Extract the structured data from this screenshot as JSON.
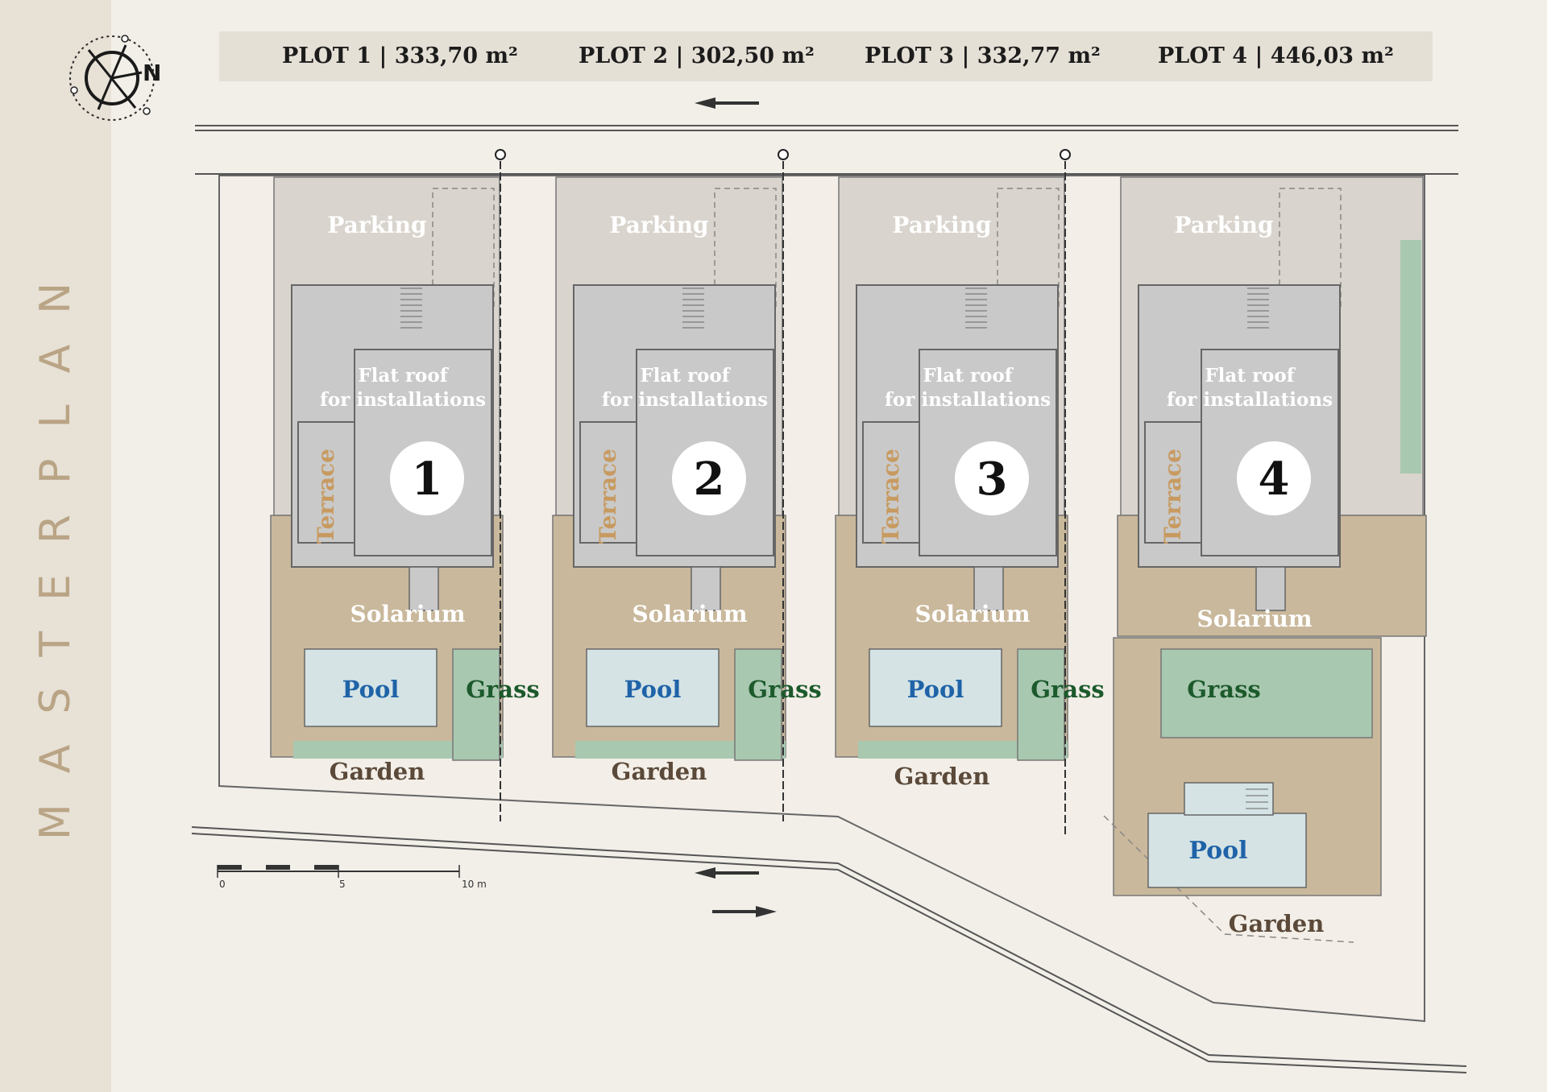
{
  "side_title": "MASTERPLAN",
  "compass_label": "N",
  "plots": [
    {
      "title": "PLOT 1 | 333,70 m²",
      "number": "1",
      "parking": "Parking",
      "roof_line1": "Flat roof",
      "roof_line2": "for installations",
      "terrace": "Terrace",
      "solarium": "Solarium",
      "pool": "Pool",
      "grass": "Grass",
      "garden": "Garden"
    },
    {
      "title": "PLOT 2 | 302,50 m²",
      "number": "2",
      "parking": "Parking",
      "roof_line1": "Flat roof",
      "roof_line2": "for installations",
      "terrace": "Terrace",
      "solarium": "Solarium",
      "pool": "Pool",
      "grass": "Grass",
      "garden": "Garden"
    },
    {
      "title": "PLOT 3 | 332,77 m²",
      "number": "3",
      "parking": "Parking",
      "roof_line1": "Flat roof",
      "roof_line2": "for installations",
      "terrace": "Terrace",
      "solarium": "Solarium",
      "pool": "Pool",
      "grass": "Grass",
      "garden": "Garden"
    },
    {
      "title": "PLOT 4 | 446,03 m²",
      "number": "4",
      "parking": "Parking",
      "roof_line1": "Flat roof",
      "roof_line2": "for installations",
      "terrace": "Terrace",
      "solarium": "Solarium",
      "pool": "Pool",
      "grass": "Grass",
      "garden": "Garden"
    }
  ],
  "scale_bar": {
    "ticks": [
      "0",
      "5",
      "10 m"
    ]
  },
  "colors": {
    "background": "#f2efe9",
    "sidebar": "#e7e1d6",
    "header_bar": "#e5e0d6",
    "parking_area": "#d9d4cd",
    "building": "#c9c9c9",
    "solarium": "#c9b89b",
    "pool": "#d5e3e5",
    "pool_text": "#1f63a8",
    "grass": "#a9c8b0",
    "grass_text": "#1c5a2c",
    "terrace_text": "#c89a60",
    "garden_text": "#5b4939",
    "white_text": "#ffffff"
  }
}
